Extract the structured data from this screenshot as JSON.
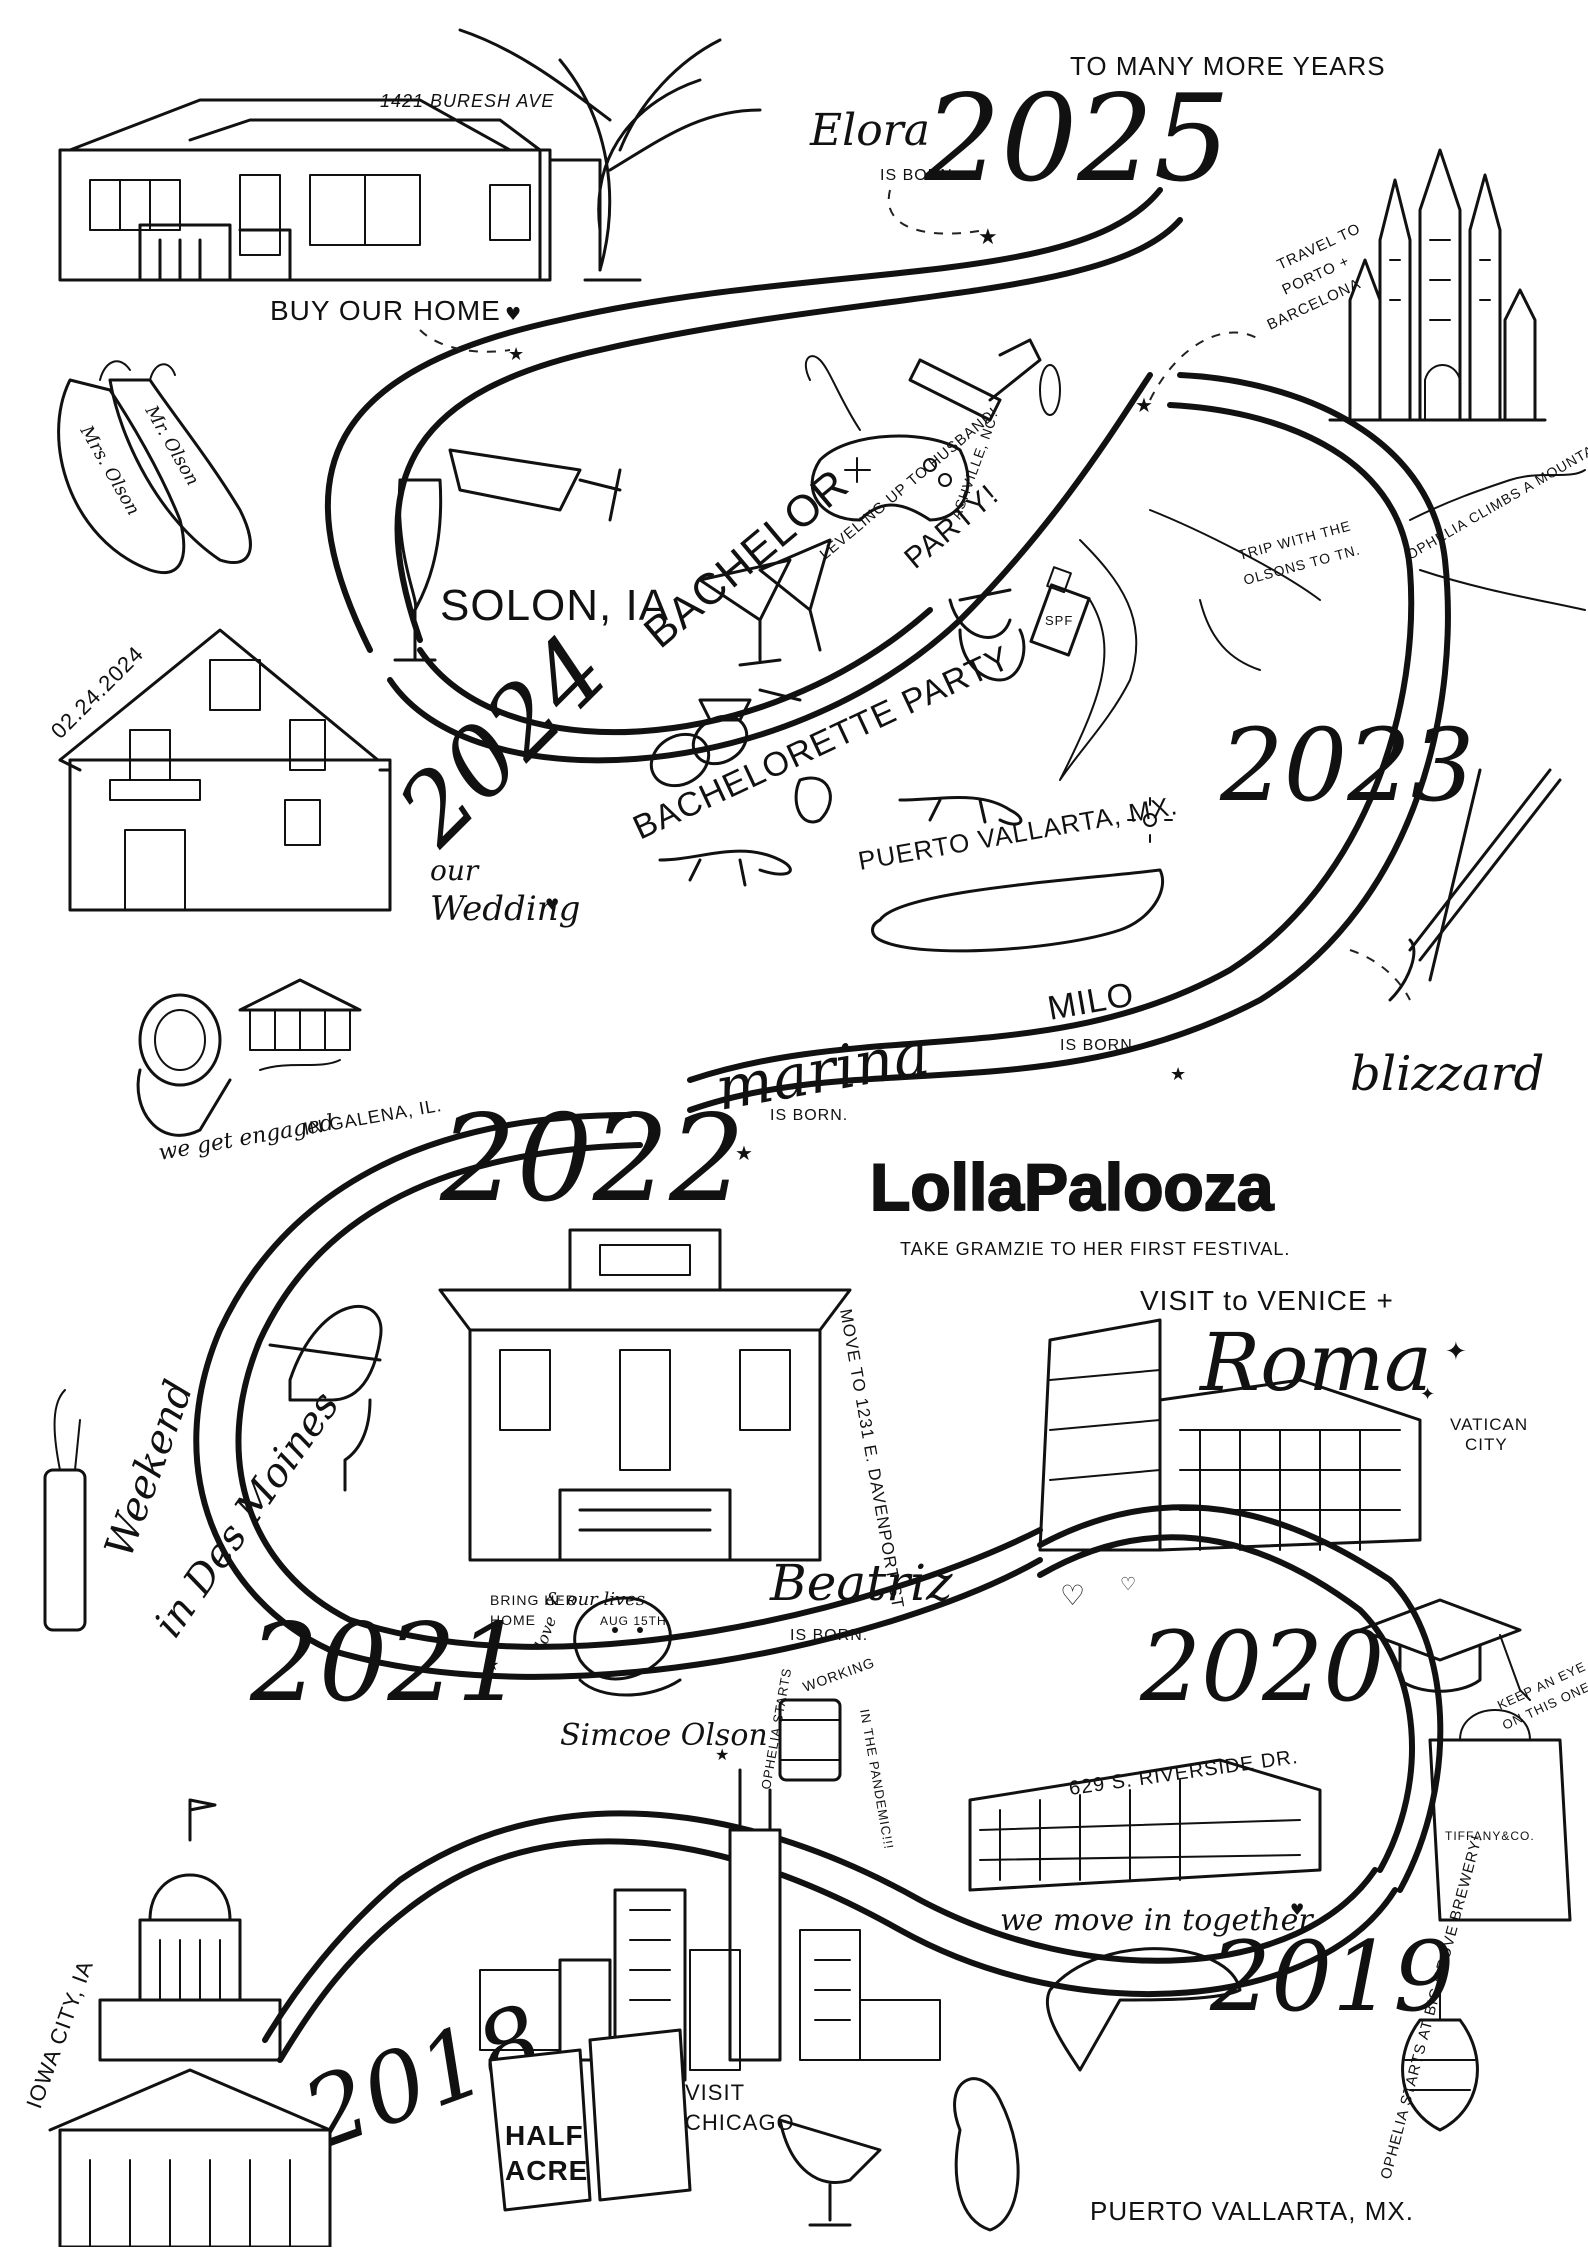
{
  "years": {
    "y2025": "2025",
    "y2024": "2024",
    "y2023": "2023",
    "y2022": "2022",
    "y2021": "2021",
    "y2020": "2020",
    "y2019": "2019",
    "y2018": "2018"
  },
  "labels": {
    "to_many_more": "TO MANY MORE YEARS",
    "elora": "Elora",
    "elora_born": "IS BORN.",
    "buresh": "1421 BURESH AVE",
    "buy_home": "BUY OUR HOME",
    "travel": "TRAVEL TO",
    "porto": "PORTO +",
    "barcelona": "BARCELONA",
    "shoes1": "Mrs. Olson",
    "shoes2": "Mr. Olson",
    "solon": "SOLON, IA",
    "bachelor": "BACHELOR",
    "leveling": "LEVELING UP TO HUSBAND!",
    "bachelor_party": "PARTY!",
    "asheville": "ASHVILLE, NC",
    "ophelia_climbs": "OPHELIA CLIMBS A MOUNTAIN.",
    "trip_olsons": "TRIP WITH THE",
    "trip_olsons2": "OLSONS TO TN.",
    "wedding_date": "02.24.2024",
    "bachelorette": "BACHELORETTE PARTY",
    "puerto_2023": "PUERTO VALLARTA, MX.",
    "spf": "SPF",
    "our": "our",
    "wedding": "Wedding",
    "milo": "MILO",
    "milo_born": "IS BORN.",
    "blizzard": "blizzard",
    "marina": "marina",
    "marina_born": "IS BORN.",
    "engaged": "we get engaged",
    "galena": "IN GALENA, IL.",
    "lollapalooza": "LollaPalooza",
    "gramzie": "TAKE GRAMZIE TO HER FIRST FESTIVAL.",
    "move_to": "MOVE TO 1231 E. DAVENPORT ST",
    "visit_venice": "VISIT to VENICE +",
    "roma": "Roma",
    "vatican": "VATICAN",
    "city": "CITY",
    "weekend": "Weekend",
    "in_des_moines": "in Des Moines",
    "bring_her": "BRING HER",
    "home": "HOME",
    "our_lives": "& our lives",
    "aug": "AUG 15TH",
    "love": "love",
    "beatriz": "Beatriz",
    "beatriz_born": "IS BORN.",
    "simcoe": "Simcoe Olson",
    "working": "WORKING",
    "in_pandemic": "IN THE PANDEMIC!!!",
    "ophelia_starts_1": "OPHELIA STARTS",
    "keep_eye": "KEEP AN EYE",
    "on_this_one": "ON THIS ONE!",
    "tiffany": "TIFFANY&CO.",
    "riverside": "629 S. RIVERSIDE DR.",
    "move_together": "we move in together",
    "iowa_city": "IOWA CITY, IA",
    "half": "HALF",
    "acre": "ACRE",
    "visit": "VISIT",
    "chicago": "CHICAGO",
    "ophelia_big_grove": "OPHELIA STARTS AT BIG GROVE BREWERY!",
    "puerto_2019": "PUERTO VALLARTA, MX."
  },
  "colors": {
    "ink": "#111111",
    "paper": "#ffffff"
  }
}
